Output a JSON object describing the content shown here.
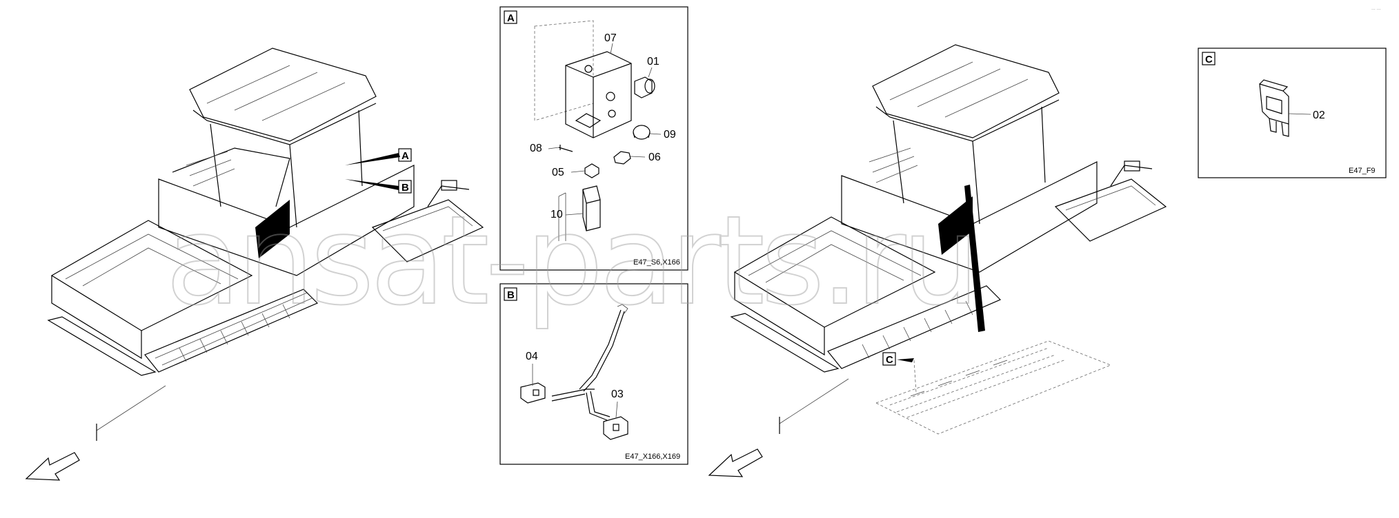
{
  "corner_mark": "... ...",
  "callouts_main_left": [
    "A",
    "B"
  ],
  "callout_main_right": "C",
  "panel_a": {
    "tag": "A",
    "caption": "E47_S6,X166",
    "parts": [
      "07",
      "01",
      "09",
      "08",
      "06",
      "05",
      "10"
    ]
  },
  "panel_b": {
    "tag": "B",
    "caption": "E47_X166,X169",
    "parts": [
      "04",
      "03"
    ]
  },
  "panel_c": {
    "tag": "C",
    "caption": "E47_F9",
    "parts": [
      "02"
    ]
  },
  "watermark": "ansat-parts.ru"
}
